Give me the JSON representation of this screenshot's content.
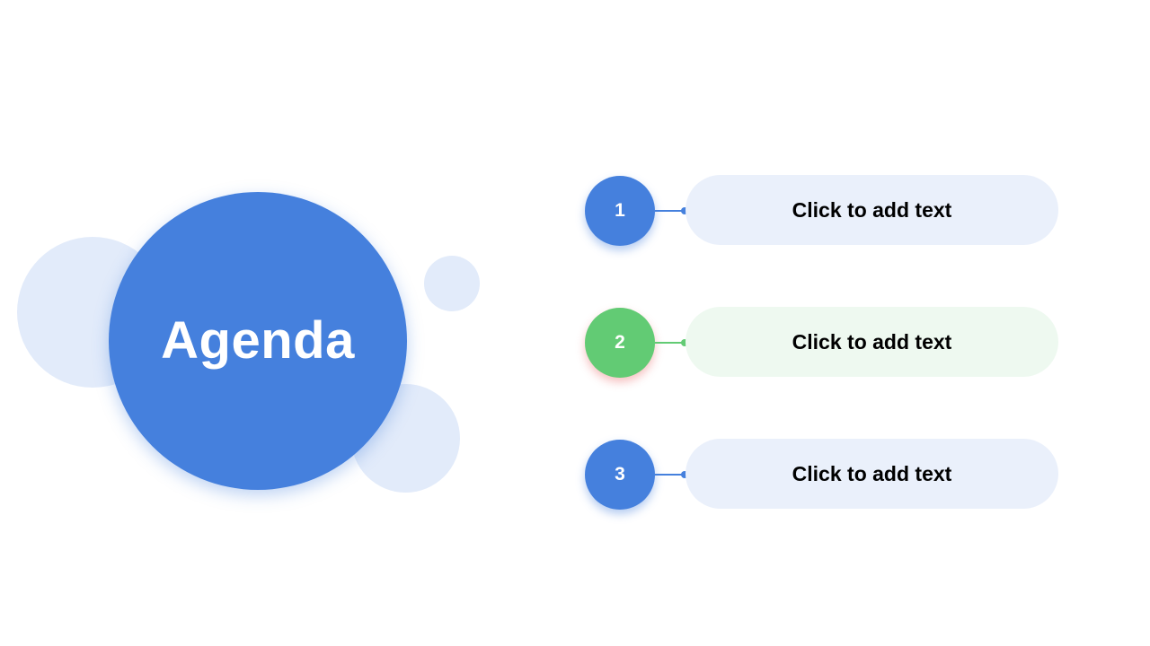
{
  "agenda": {
    "title": "Agenda"
  },
  "items": [
    {
      "number": "1",
      "text": "Click to add text"
    },
    {
      "number": "2",
      "text": "Click to add text"
    },
    {
      "number": "3",
      "text": "Click to add text"
    }
  ],
  "colors": {
    "primary_blue": "#4580dd",
    "accent_green": "#62cb74",
    "light_blue": "#eaf0fb",
    "light_green": "#eef9f0",
    "bubble_blue": "#e2ebfa"
  }
}
